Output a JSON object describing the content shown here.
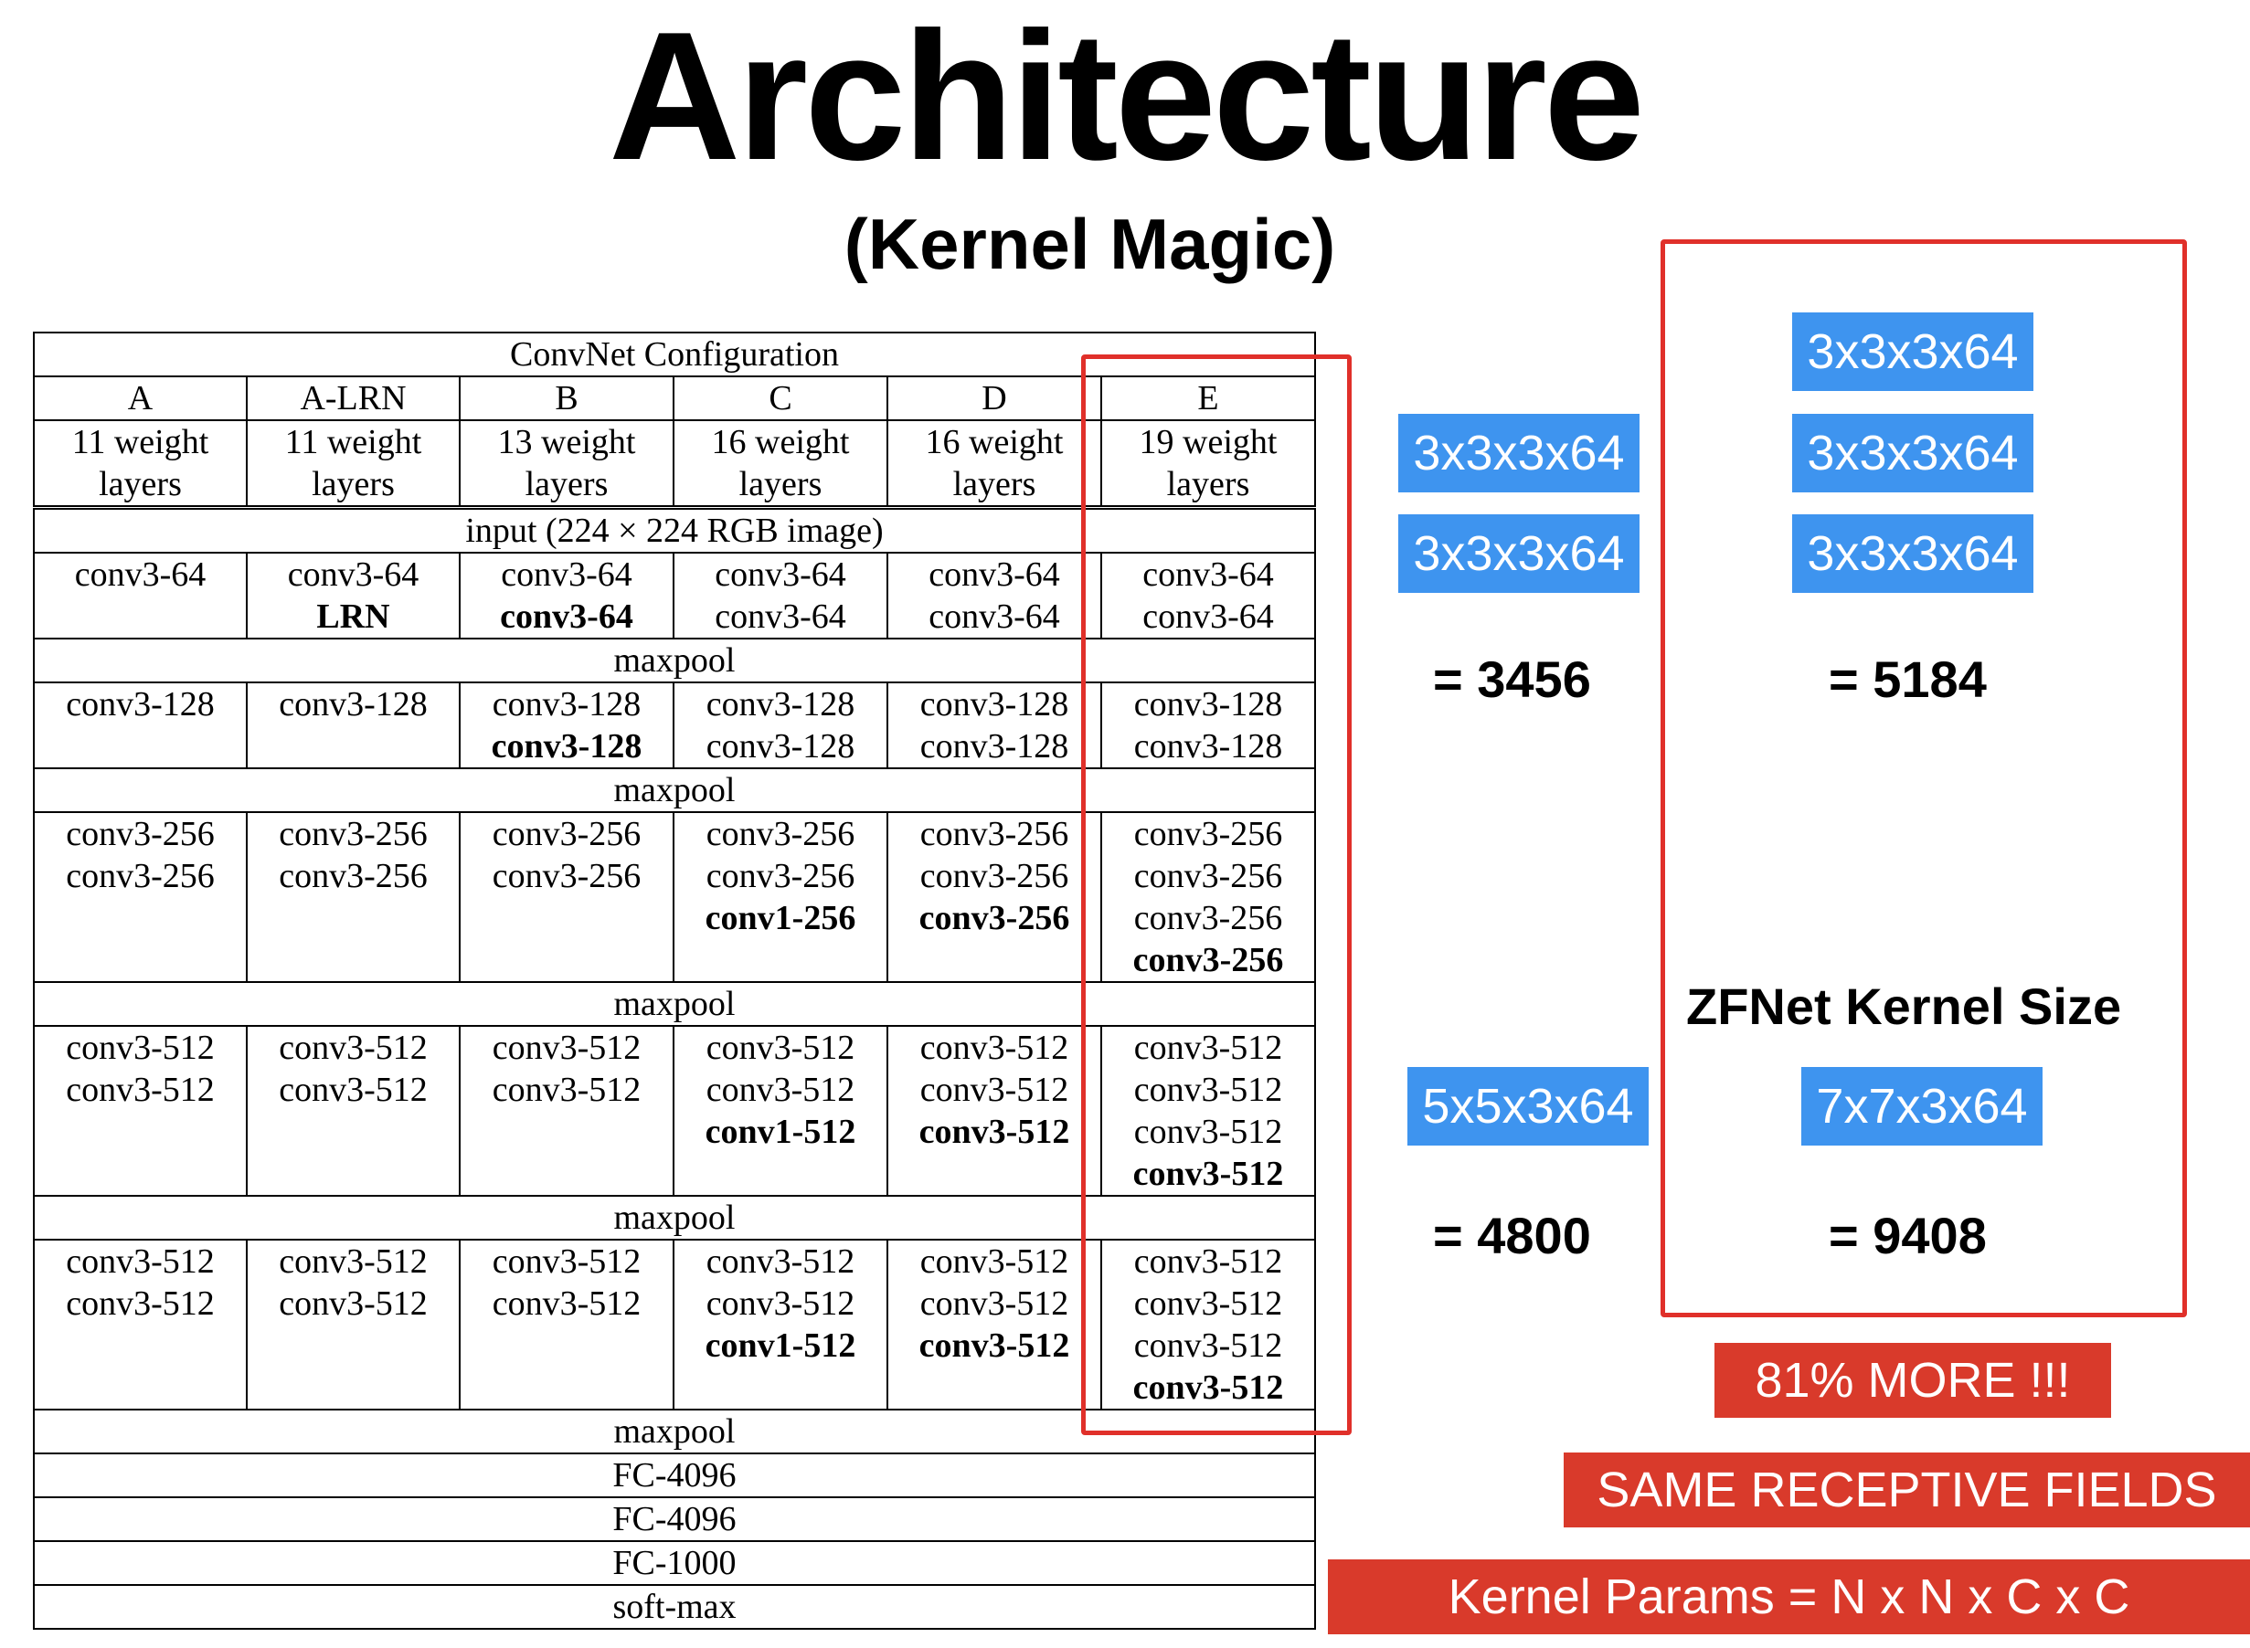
{
  "title": "Architecture",
  "subtitle": "(Kernel Magic)",
  "table": {
    "caption": "ConvNet Configuration",
    "columns": [
      "A",
      "A-LRN",
      "B",
      "C",
      "D",
      "E"
    ],
    "depths": [
      [
        "11 weight",
        "layers"
      ],
      [
        "11 weight",
        "layers"
      ],
      [
        "13 weight",
        "layers"
      ],
      [
        "16 weight",
        "layers"
      ],
      [
        "16 weight",
        "layers"
      ],
      [
        "19 weight",
        "layers"
      ]
    ],
    "input": "input (224 × 224 RGB image)",
    "maxpool": "maxpool",
    "blocks": [
      [
        [
          {
            "t": "conv3-64"
          }
        ],
        [
          {
            "t": "conv3-64"
          },
          {
            "t": "LRN",
            "b": true
          }
        ],
        [
          {
            "t": "conv3-64"
          },
          {
            "t": "conv3-64",
            "b": true
          }
        ],
        [
          {
            "t": "conv3-64"
          },
          {
            "t": "conv3-64"
          }
        ],
        [
          {
            "t": "conv3-64"
          },
          {
            "t": "conv3-64"
          }
        ],
        [
          {
            "t": "conv3-64"
          },
          {
            "t": "conv3-64"
          }
        ]
      ],
      [
        [
          {
            "t": "conv3-128"
          }
        ],
        [
          {
            "t": "conv3-128"
          }
        ],
        [
          {
            "t": "conv3-128"
          },
          {
            "t": "conv3-128",
            "b": true
          }
        ],
        [
          {
            "t": "conv3-128"
          },
          {
            "t": "conv3-128"
          }
        ],
        [
          {
            "t": "conv3-128"
          },
          {
            "t": "conv3-128"
          }
        ],
        [
          {
            "t": "conv3-128"
          },
          {
            "t": "conv3-128"
          }
        ]
      ],
      [
        [
          {
            "t": "conv3-256"
          },
          {
            "t": "conv3-256"
          }
        ],
        [
          {
            "t": "conv3-256"
          },
          {
            "t": "conv3-256"
          }
        ],
        [
          {
            "t": "conv3-256"
          },
          {
            "t": "conv3-256"
          }
        ],
        [
          {
            "t": "conv3-256"
          },
          {
            "t": "conv3-256"
          },
          {
            "t": "conv1-256",
            "b": true
          }
        ],
        [
          {
            "t": "conv3-256"
          },
          {
            "t": "conv3-256"
          },
          {
            "t": "conv3-256",
            "b": true
          }
        ],
        [
          {
            "t": "conv3-256"
          },
          {
            "t": "conv3-256"
          },
          {
            "t": "conv3-256"
          },
          {
            "t": "conv3-256",
            "b": true
          }
        ]
      ],
      [
        [
          {
            "t": "conv3-512"
          },
          {
            "t": "conv3-512"
          }
        ],
        [
          {
            "t": "conv3-512"
          },
          {
            "t": "conv3-512"
          }
        ],
        [
          {
            "t": "conv3-512"
          },
          {
            "t": "conv3-512"
          }
        ],
        [
          {
            "t": "conv3-512"
          },
          {
            "t": "conv3-512"
          },
          {
            "t": "conv1-512",
            "b": true
          }
        ],
        [
          {
            "t": "conv3-512"
          },
          {
            "t": "conv3-512"
          },
          {
            "t": "conv3-512",
            "b": true
          }
        ],
        [
          {
            "t": "conv3-512"
          },
          {
            "t": "conv3-512"
          },
          {
            "t": "conv3-512"
          },
          {
            "t": "conv3-512",
            "b": true
          }
        ]
      ],
      [
        [
          {
            "t": "conv3-512"
          },
          {
            "t": "conv3-512"
          }
        ],
        [
          {
            "t": "conv3-512"
          },
          {
            "t": "conv3-512"
          }
        ],
        [
          {
            "t": "conv3-512"
          },
          {
            "t": "conv3-512"
          }
        ],
        [
          {
            "t": "conv3-512"
          },
          {
            "t": "conv3-512"
          },
          {
            "t": "conv1-512",
            "b": true
          }
        ],
        [
          {
            "t": "conv3-512"
          },
          {
            "t": "conv3-512"
          },
          {
            "t": "conv3-512",
            "b": true
          }
        ],
        [
          {
            "t": "conv3-512"
          },
          {
            "t": "conv3-512"
          },
          {
            "t": "conv3-512"
          },
          {
            "t": "conv3-512",
            "b": true
          }
        ]
      ]
    ],
    "tail": [
      "maxpool",
      "FC-4096",
      "FC-4096",
      "FC-1000",
      "soft-max"
    ]
  },
  "left_panel": {
    "kernels_3x3": [
      "3x3x3x64",
      "3x3x3x64"
    ],
    "total_3x3": "= 3456",
    "kernel_5x5": "5x5x3x64",
    "total_5x5": "= 4800"
  },
  "right_panel": {
    "kernels_3x3": [
      "3x3x3x64",
      "3x3x3x64",
      "3x3x3x64"
    ],
    "total_3x3": "= 5184",
    "zfnet_label": "ZFNet Kernel Size",
    "kernel_7x7": "7x7x3x64",
    "total_7x7": "= 9408"
  },
  "callouts": {
    "more": "81% MORE !!!",
    "same": "SAME RECEPTIVE FIELDS",
    "formula": "Kernel Params = N x N x C x C"
  },
  "colors": {
    "blue": "#3e94ef",
    "red": "#d93a2b",
    "outline_red": "#e0302a"
  }
}
